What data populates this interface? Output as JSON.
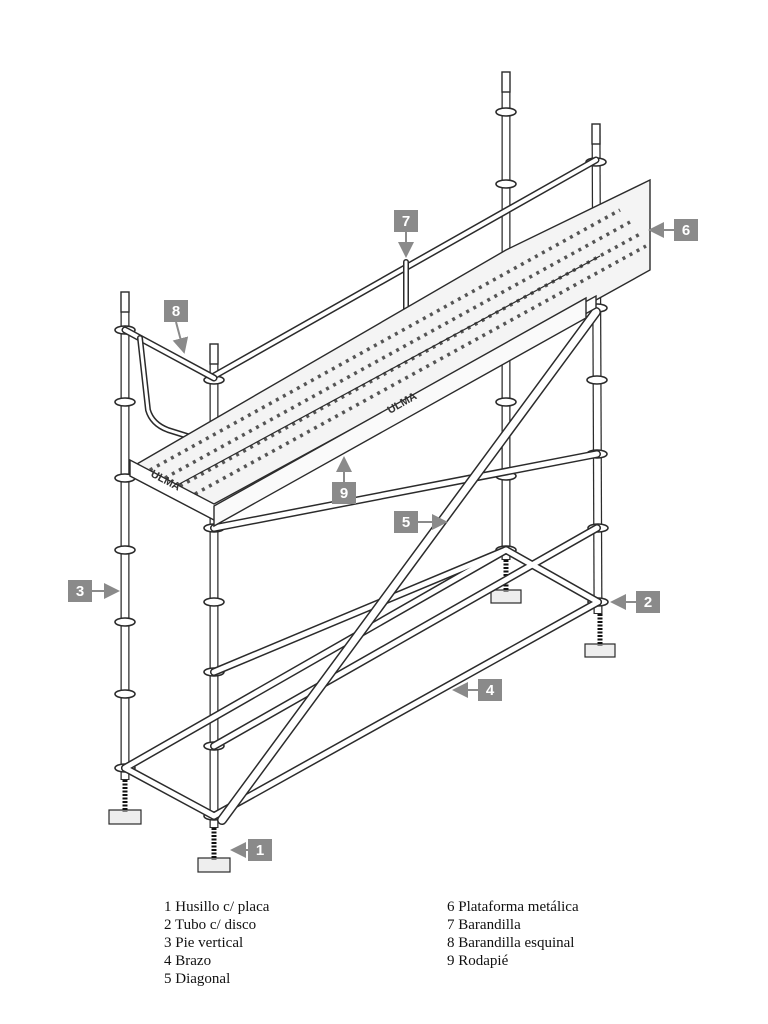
{
  "brand_text": "ULMA",
  "colors": {
    "tag_fill": "#8a8a8a",
    "tag_text": "#ffffff",
    "line": "#2b2b2b",
    "background": "#ffffff"
  },
  "callouts": [
    {
      "number": "1"
    },
    {
      "number": "2"
    },
    {
      "number": "3"
    },
    {
      "number": "4"
    },
    {
      "number": "5"
    },
    {
      "number": "6"
    },
    {
      "number": "7"
    },
    {
      "number": "8"
    },
    {
      "number": "9"
    }
  ],
  "legend": {
    "left": [
      "1 Husillo c/ placa",
      "2 Tubo c/ disco",
      "3 Pie vertical",
      "4 Brazo",
      "5 Diagonal"
    ],
    "right": [
      "6 Plataforma metálica",
      "7 Barandilla",
      "8 Barandilla esquinal",
      "9 Rodapié"
    ]
  }
}
